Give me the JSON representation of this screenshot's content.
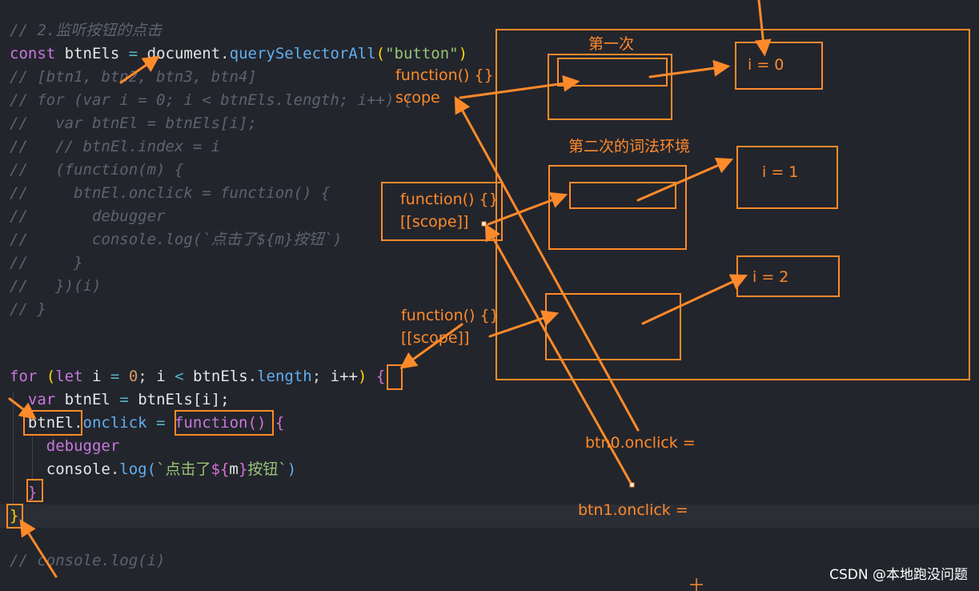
{
  "comments_top": {
    "c1": "// 2.监听按钮的点击",
    "c3": "// [btn1, btn2, btn3, btn4]",
    "c4": "// for (var i = 0; i < btnEls.length; i++) {",
    "c5": "//   var btnEl = btnEls[i];",
    "c6": "//   // btnEl.index = i",
    "c7": "//   (function(m) {",
    "c8": "//     btnEl.onclick = function() {",
    "c9": "//       debugger",
    "c10": "//       console.log(`点击了${m}按钮`)",
    "c11": "//     }",
    "c12": "//   })(i)",
    "c13": "// }"
  },
  "line2": {
    "kw": "const",
    "name": "btnEls",
    "op": "=",
    "obj": "document",
    "dot": ".",
    "method": "querySelectorAll",
    "open": "(",
    "arg": "\"button\"",
    "close": ")"
  },
  "loop": {
    "l1_for": "for",
    "l1_open": "(",
    "l1_let": "let",
    "l1_i": "i",
    "l1_eq": "=",
    "l1_zero": "0",
    "l1_semi1": ";",
    "l1_i2": "i",
    "l1_lt": "<",
    "l1_arr": "btnEls",
    "l1_dot": ".",
    "l1_len": "length",
    "l1_semi2": ";",
    "l1_inc": "i++",
    "l1_close": ")",
    "l1_brace": "{",
    "l2_var": "var",
    "l2_name": "btnEl",
    "l2_eq": "=",
    "l2_rhs": "btnEls[i];",
    "l3_obj": "btnEl",
    "l3_dot": ".",
    "l3_prop": "onclick",
    "l3_eq": "=",
    "l3_fn": "function",
    "l3_parens": "()",
    "l3_brace": "{",
    "l4_debugger": "debugger",
    "l5_console": "console",
    "l5_dot": ".",
    "l5_log": "log",
    "l5_open": "(",
    "l5_tick1": "`点击了",
    "l5_interp_open": "${",
    "l5_m": "m",
    "l5_interp_close": "}",
    "l5_tick2": "按钮`",
    "l5_close": ")",
    "l6_brace": "}",
    "l7_brace": "}"
  },
  "comment_bottom": "// console.log(i)",
  "annotations": {
    "first": "第一次",
    "second_env": "第二次的词法环境",
    "i0": "i = 0",
    "i1": "i = 1",
    "i2": "i = 2",
    "fn1": "function() {}",
    "scope1": "scope",
    "fn2": "function() {}",
    "scope2": "[[scope]]",
    "fn3": "function() {}",
    "scope3": "[[scope]]",
    "btn0": "btn0.onclick =",
    "btn1": "btn1.onclick ="
  },
  "watermark": "CSDN @本地跑没问题",
  "colors": {
    "background": "#23252c",
    "annotation": "#ff8a2a"
  }
}
